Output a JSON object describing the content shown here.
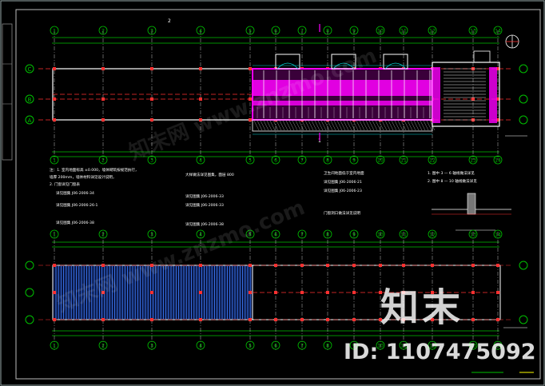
{
  "drawing": {
    "axis_labels_top": [
      "1",
      "2",
      "3",
      "4",
      "5",
      "6",
      "7",
      "8",
      "9",
      "10",
      "11",
      "12",
      "13",
      "14"
    ],
    "row_labels": [
      "C",
      "B",
      "A"
    ],
    "mark_2": "2",
    "mark_1": "1",
    "notes_col1": [
      "注：1. 室内地面标高 ±0.000，墙体砌筑按规范执行，",
      "   墙厚 200mm，墙体材料详见设计说明，",
      "2. 门窗详见门窗表",
      "   详见图集 J06-2006-34",
      "   详见图集 J06-2006-26-1",
      "   详见图集 J06-2006-38"
    ],
    "notes_col2": [
      "大样做法详见图集，面层 800",
      "详见图集 J06-2006-33",
      "详见图集 J06-2006-33",
      "详见图集 J06-2006-38"
    ],
    "notes_col3": [
      "卫生间地面低于室内地面",
      "详见图集 J06-2006-21",
      "详见图集 J06-2006-23",
      "门窗洞口做法详见说明"
    ],
    "notes_col4": [
      "1. 图中 3 — 6 轴线做法详见",
      "2. 图中 8 — 10 轴线做法详见"
    ],
    "watermark_cn": "知末",
    "watermark_id": "ID: 1107475092",
    "watermark_bg": "知末网 www.znzmo.com",
    "colors": {
      "axis": "#00c000",
      "wall": "#ffffff",
      "magenta": "#ff00ff",
      "red": "#ff3030",
      "blue": "#3d7dff",
      "cyan": "#00d0d0",
      "yellow": "#ffff00"
    }
  }
}
